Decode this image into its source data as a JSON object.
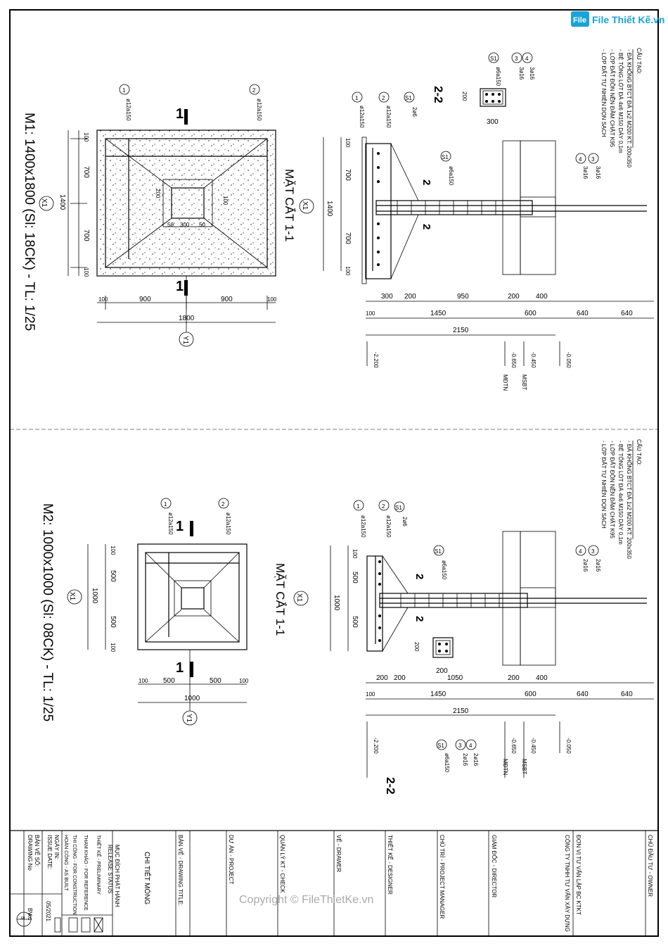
{
  "watermark_top": "File Thiết Kế.vn",
  "watermark_bottom": "Copyright © FileThietKe.vn",
  "foundation1": {
    "title": "M1: 1400x1800 (Sl: 18CK) - TL: 1/25",
    "section_title": "MẶT CẮT 1-1",
    "section_22": "2-2",
    "cut_mark": "1",
    "cut_mark_22": "2",
    "axis_x": "X1",
    "axis_y": "Y1",
    "bar1": "ø12a150",
    "bar2": "ø12a150",
    "stirrup": "ø6a150",
    "bar_s1": "2ø6",
    "bar3": "3ø16",
    "bar4": "3ø16",
    "tag1": "1",
    "tag2": "2",
    "tag3": "3",
    "tag4": "4",
    "tag_s1": "S1",
    "dim_width": "1400",
    "dim_700a": "700",
    "dim_700b": "700",
    "dim_100": "100",
    "dim_length": "1800",
    "dim_900a": "900",
    "dim_900b": "900",
    "dim_300": "300",
    "dim_50": "50",
    "dim_200": "200",
    "sec_dims_top": [
      "300",
      "200",
      "950",
      "200",
      "400"
    ],
    "sec_dims_mid": [
      "100",
      "1450",
      "600",
      "640",
      "640"
    ],
    "sec_total": "2150",
    "beam_w": "300",
    "beam_h": "200",
    "levels": [
      "-2.200",
      "-0.650",
      "-0.450",
      "-0.050"
    ],
    "level_labels": [
      "MĐTN",
      "MSBT"
    ],
    "notes_title": "CẤU TẠO:",
    "notes": [
      "- ĐÁ KHỐNG BTCT ĐÁ 1x2 M200 KT: 200x350",
      "- BÊ TÔNG LÓT ĐÁ 4x6 M150 DÀY 0,1m",
      "- LỚP ĐẤT ĐỒN NỀN ĐẦM CHẶT K95",
      "- LỚP ĐẤT TỰ NHIÊN DỌN SẠCH"
    ]
  },
  "foundation2": {
    "title": "M2: 1000x1000 (Sl: 08CK) - TL: 1/25",
    "section_title": "MẶT CẮT 1-1",
    "section_22": "2-2",
    "cut_mark": "1",
    "cut_mark_22": "2",
    "axis_x": "X1",
    "axis_y": "Y1",
    "bar1": "ø12a150",
    "bar2": "ø12a150",
    "stirrup": "ø6a150",
    "bar_s1": "2ø6",
    "bar3": "2ø16",
    "bar4": "2ø16",
    "tag1": "1",
    "tag2": "2",
    "tag3": "3",
    "tag4": "4",
    "tag_s1": "S1",
    "dim_width": "1000",
    "dim_500a": "500",
    "dim_500b": "500",
    "dim_100": "100",
    "dim_length": "1000",
    "sec_dims_top": [
      "200",
      "200",
      "1050",
      "200",
      "400"
    ],
    "sec_dims_mid": [
      "100",
      "1450",
      "600",
      "640",
      "640"
    ],
    "sec_total": "2150",
    "beam_w": "200",
    "beam_h": "200",
    "levels": [
      "-2.200",
      "-0.650",
      "-0.450",
      "-0.050"
    ],
    "level_labels": [
      "MĐTN",
      "MSBT"
    ],
    "notes_title": "CẤU TẠO:",
    "notes": [
      "- ĐÁ KHỐNG BTCT ĐÁ 1x2 M200 KT: 200x350",
      "- BÊ TÔNG LÓT ĐÁ 4x6 M150 DÀY 0,1m",
      "- LỚP ĐẤT ĐỒN NỀN ĐẦM CHẶT K95",
      "- LỚP ĐẤT TỰ NHIÊN DỌN SẠCH"
    ]
  },
  "titleblock": {
    "owner": "CHỦ ĐẦU TƯ - OWNER",
    "consultant": "ĐƠN VỊ TƯ VẤN LẬP BC KTKT",
    "consultant_name": "CÔNG TY TNHH TƯ VẤN XÂY DỰNG",
    "director": "GIÁM ĐỐC - DIRECTOR",
    "pm": "CHỦ TRÌ - PROJECT MANAGER",
    "designer": "THIẾT KẾ - DESIGNER",
    "drawer": "VẼ - DRAWER",
    "checker": "QUẢN LÝ KT - CHECK",
    "project": "DỰ ÁN - PROJECT",
    "drawing_title_label": "BẢN VẼ - DRAWING TITLE:",
    "drawing_title": "CHI TIẾT MÓNG",
    "release_status": "MỤC ĐÍCH PHÁT HÀNH",
    "release_status_en": "RELEASE STATUS",
    "status_items": [
      "THIẾT KẾ - PRELIMINARY",
      "THAM KHẢO - FOR REFERENCE",
      "THI CÔNG - FOR CONSTRUCTION",
      "HOÀN CÔNG - AS BUILT"
    ],
    "issue_date_label": "NGÀY IN:",
    "issue_date_label_en": "ISSUE DATE:",
    "issue_date": "05/2021",
    "drawing_no_label": "BẢN VẼ SỐ:",
    "drawing_no_label_en": "DRAWING No",
    "drawing_no_prefix": "BV",
    "drawing_no_code": "KC",
    "drawing_no_num": "5"
  }
}
